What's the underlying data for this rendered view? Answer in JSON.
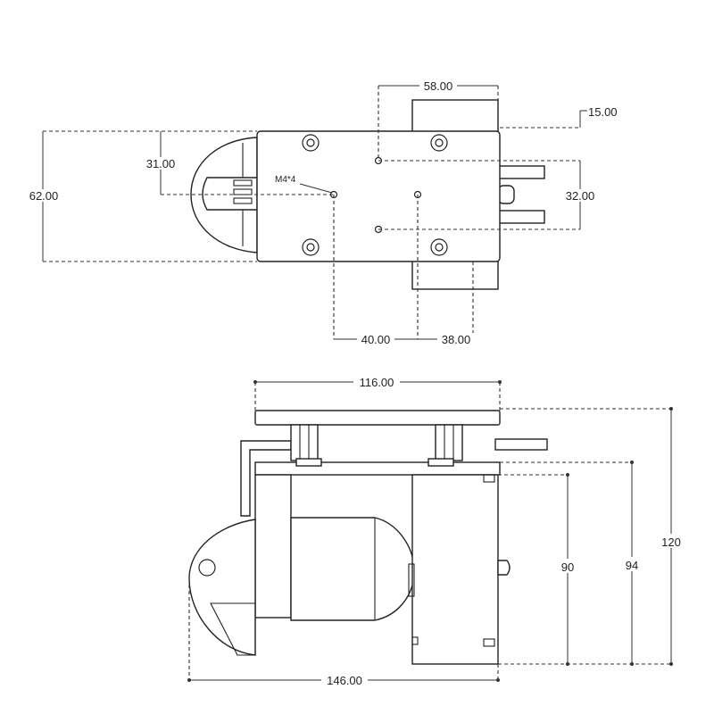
{
  "top_view": {
    "dimensions": {
      "width_58": "58.00",
      "offset_15": "15.00",
      "height_31": "31.00",
      "height_62": "62.00",
      "thread_m4": "M4*4",
      "spacing_32": "32.00",
      "spacing_40": "40.00",
      "spacing_38": "38.00"
    }
  },
  "side_view": {
    "dimensions": {
      "plate_116": "116.00",
      "height_90": "90",
      "height_94": "94",
      "height_120": "120",
      "length_146": "146.00"
    }
  }
}
